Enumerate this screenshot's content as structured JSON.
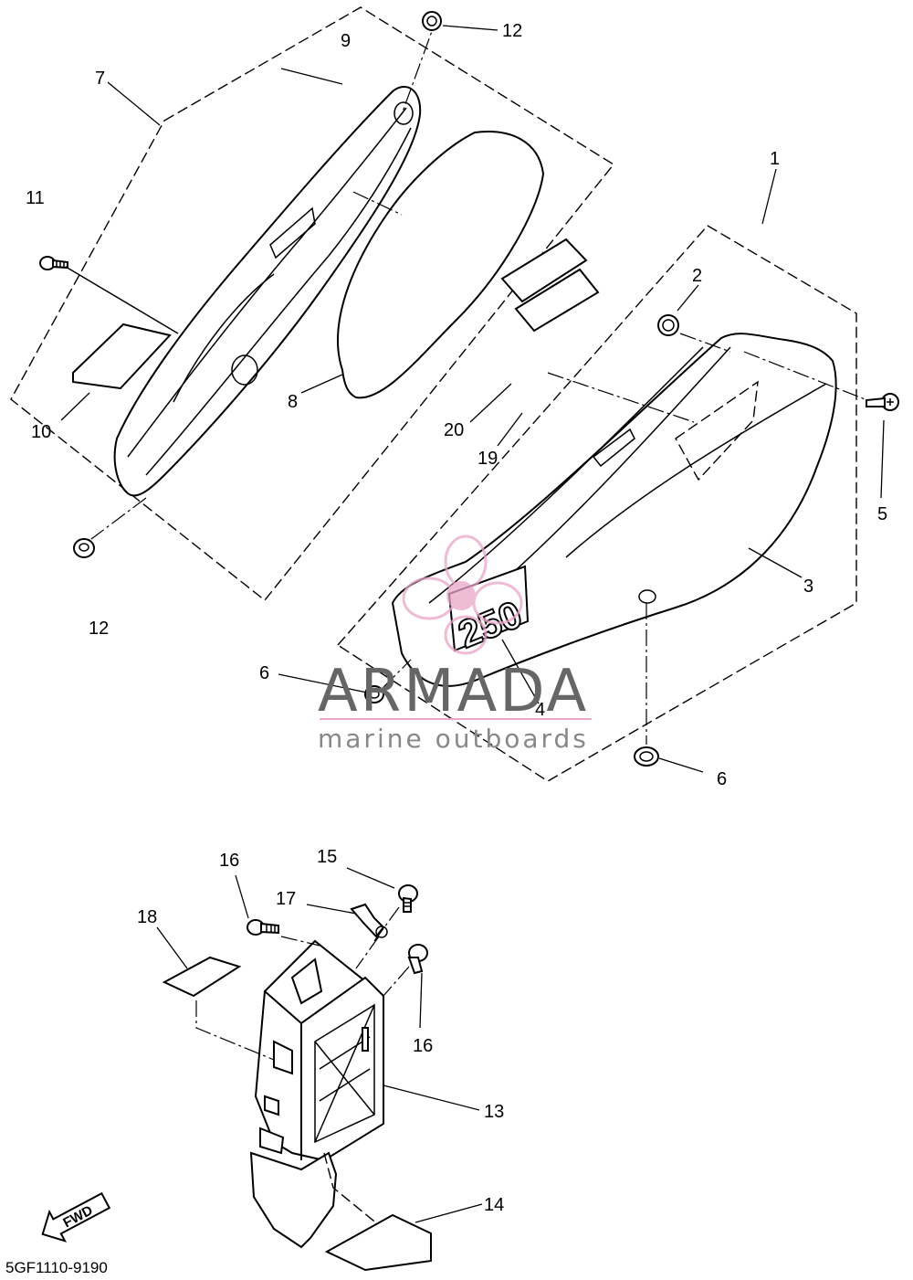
{
  "diagram": {
    "code": "5GF1110-9190",
    "direction_label": "FWD",
    "callouts": {
      "c1": "1",
      "c2": "2",
      "c3": "3",
      "c4": "4",
      "c5": "5",
      "c6a": "6",
      "c6b": "6",
      "c7": "7",
      "c8": "8",
      "c9": "9",
      "c10": "10",
      "c11": "11",
      "c12a": "12",
      "c12b": "12",
      "c13": "13",
      "c14": "14",
      "c15": "15",
      "c16a": "16",
      "c16b": "16",
      "c17": "17",
      "c18": "18",
      "c19": "19",
      "c20": "20"
    },
    "decal_number": "250"
  },
  "watermark": {
    "title": "ARMADA",
    "subtitle": "marine outboards",
    "accent_color": "#e9a6c8"
  }
}
